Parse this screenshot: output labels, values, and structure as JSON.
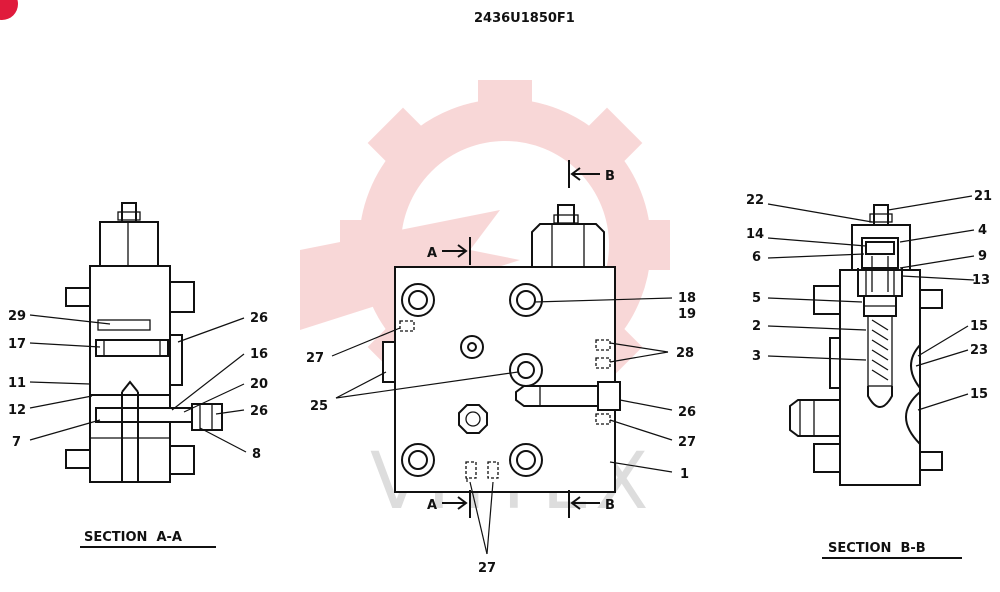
{
  "drawing": {
    "part_number": "2436U1850F1",
    "section_aa_caption": "SECTION  A-A",
    "section_bb_caption": "SECTION  B-B",
    "cut_markers": {
      "a_top": "A",
      "a_bottom": "A",
      "b_top": "B",
      "b_bottom": "B"
    },
    "watermark_text": "VHTEX",
    "colors": {
      "line": "#111111",
      "watermark": "#f4b8b8",
      "watermark_text": "#d9d9d9",
      "corner_badge": "#e01b3c"
    }
  },
  "callouts": {
    "left": [
      "29",
      "17",
      "11",
      "12",
      "7",
      "26",
      "16",
      "20",
      "26",
      "8"
    ],
    "center": [
      "27",
      "25",
      "18",
      "19",
      "28",
      "26",
      "27",
      "1",
      "27"
    ],
    "right": [
      "22",
      "14",
      "6",
      "5",
      "2",
      "3",
      "21",
      "4",
      "9",
      "13",
      "15",
      "23",
      "15"
    ]
  }
}
